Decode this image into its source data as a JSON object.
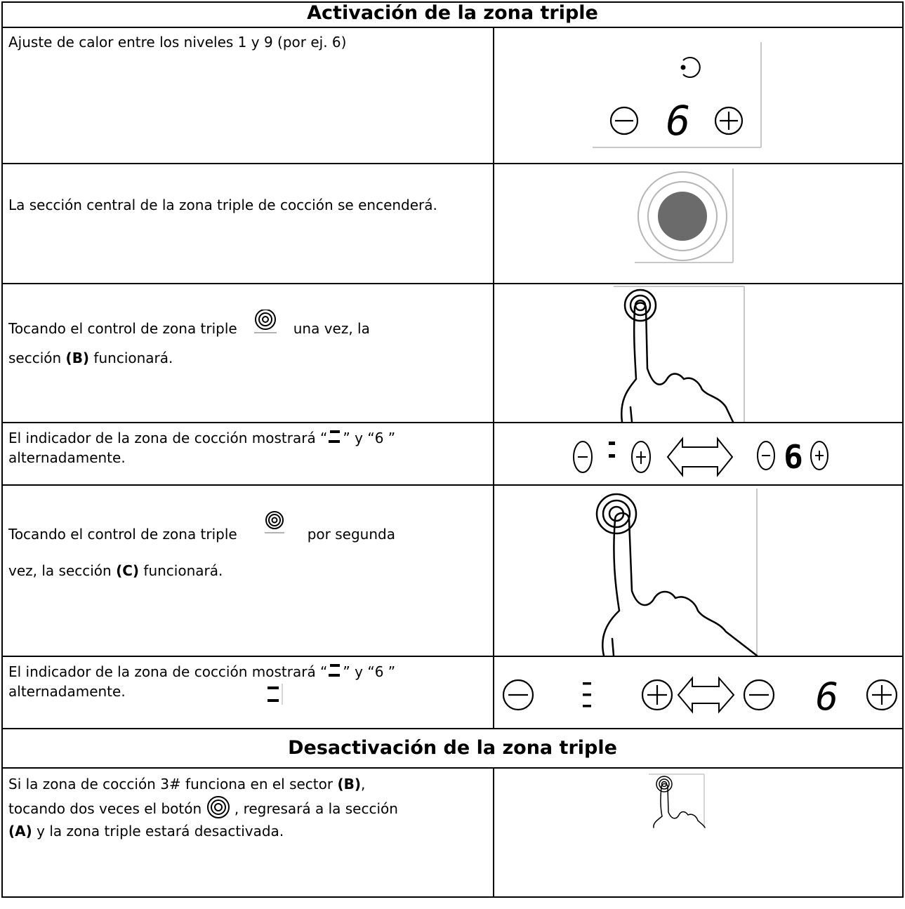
{
  "section_activate": {
    "title": "Activación de la zona triple"
  },
  "section_deactivate": {
    "title": "Desactivación de la zona triple"
  },
  "rows": {
    "r1": {
      "text": "Ajuste de calor entre los niveles 1 y 9 (por ej. 6)",
      "digit": "6"
    },
    "r2": {
      "text": "La sección central de la zona triple de cocción se encenderá."
    },
    "r3": {
      "text_a": "Tocando el control de zona triple",
      "text_b": "una vez, la",
      "text_c": "sección ",
      "bold": "(B)",
      "text_d": " funcionará."
    },
    "r4": {
      "text_a": "El indicador de la zona de cocción mostrará “",
      "text_b": "” y “6 ”",
      "text_c": "alternadamente.",
      "digit": "6"
    },
    "r5": {
      "text_a": "Tocando el control de zona triple",
      "text_b": "por segunda",
      "text_c": "vez, la sección ",
      "bold": "(C)",
      "text_d": " funcionará."
    },
    "r6": {
      "text_a": "El indicador de la zona de cocción mostrará “",
      "text_b": "” y “6 ”",
      "text_c": "alternadamente.",
      "digit": "6"
    },
    "r7": {
      "text_a": "Si la zona de cocción 3# funciona en el sector ",
      "bold_a": "(B)",
      "text_b": ",",
      "text_c": "tocando dos veces el botón",
      "text_d": ", regresará a la sección",
      "bold_b": "(A)",
      "text_e": " y la zona triple estará desactivada."
    }
  },
  "icons": [
    "power-icon",
    "minus-icon",
    "plus-icon",
    "triple-zone-icon",
    "finger-touch-icon",
    "double-arrow-icon"
  ],
  "colors": {
    "border": "#000000",
    "zone_fill": "#6b6b6b",
    "zone_ring": "#b5b5b5",
    "frame_line": "#c8c8c8"
  }
}
